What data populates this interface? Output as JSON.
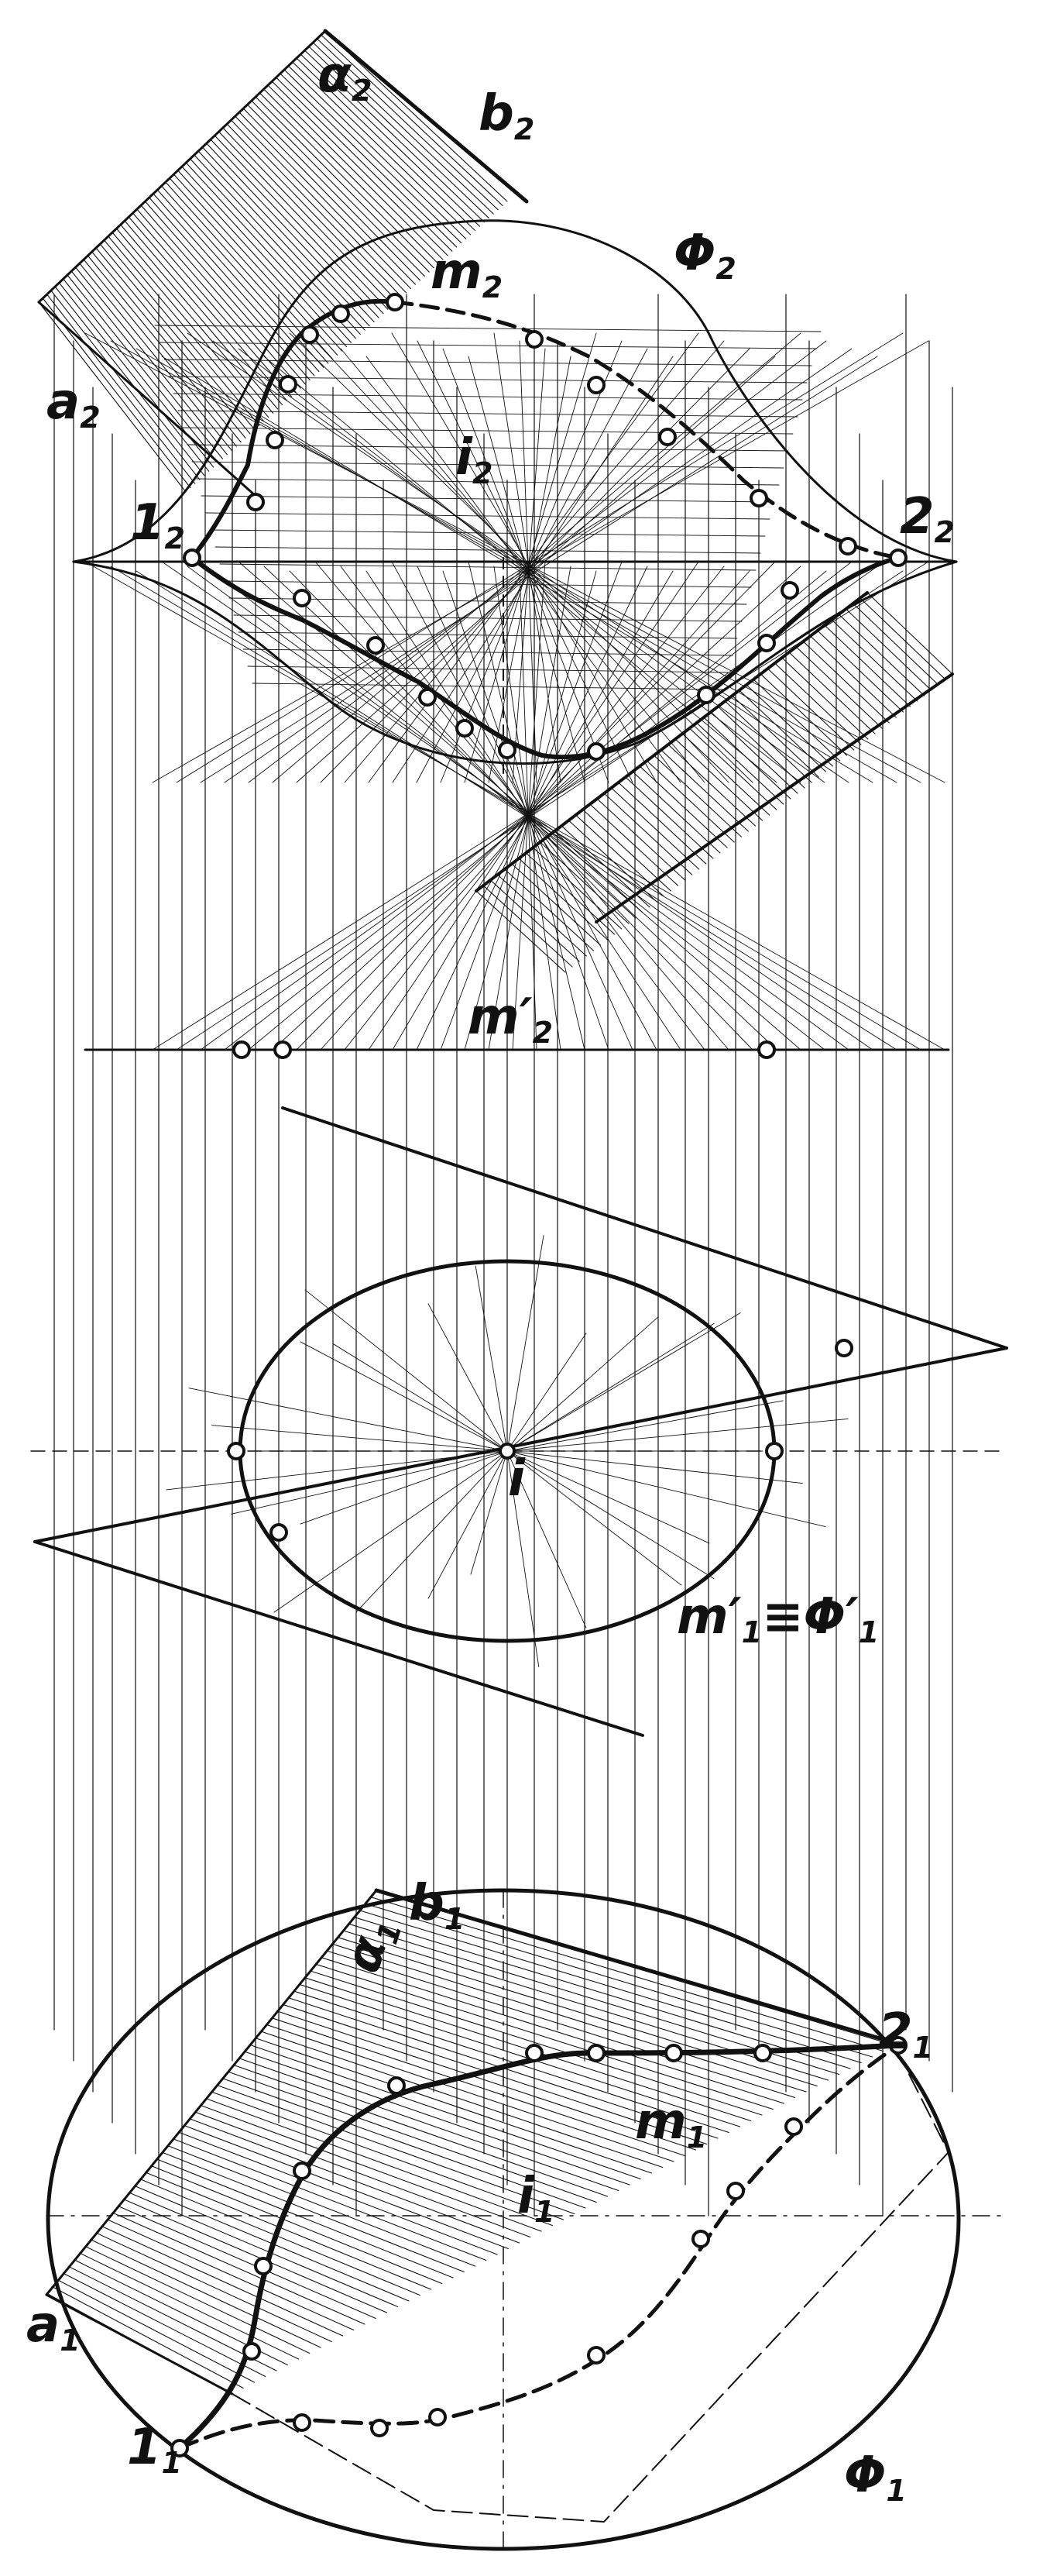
{
  "labels": {
    "alpha2": {
      "main": "α",
      "sub": "2"
    },
    "b2": {
      "main": "b",
      "sub": "2"
    },
    "phi2": {
      "main": "Φ",
      "sub": "2"
    },
    "m2": {
      "main": "m",
      "sub": "2"
    },
    "a2": {
      "main": "a",
      "sub": "2"
    },
    "i2": {
      "main": "i",
      "sub": "2"
    },
    "one2": {
      "main": "1",
      "sub": "2"
    },
    "two2": {
      "main": "2",
      "sub": "2"
    },
    "m2prime": {
      "main": "m′",
      "sub": "2"
    },
    "i": {
      "main": "i",
      "sub": ""
    },
    "m1prime_phi1prime": {
      "main": "m′",
      "sub": "1",
      "mid": "≡Φ′",
      "sub2": "1"
    },
    "b1": {
      "main": "b",
      "sub": "1"
    },
    "alpha1": {
      "main": "α",
      "sub": "1"
    },
    "two1": {
      "main": "2",
      "sub": "1"
    },
    "m1": {
      "main": "m",
      "sub": "1"
    },
    "i1": {
      "main": "i",
      "sub": "1"
    },
    "a1": {
      "main": "a",
      "sub": "1"
    },
    "one1": {
      "main": "1",
      "sub": "1"
    },
    "phi1": {
      "main": "Φ",
      "sub": "1"
    }
  },
  "colors": {
    "ink": "#111111",
    "paper": "#ffffff"
  }
}
